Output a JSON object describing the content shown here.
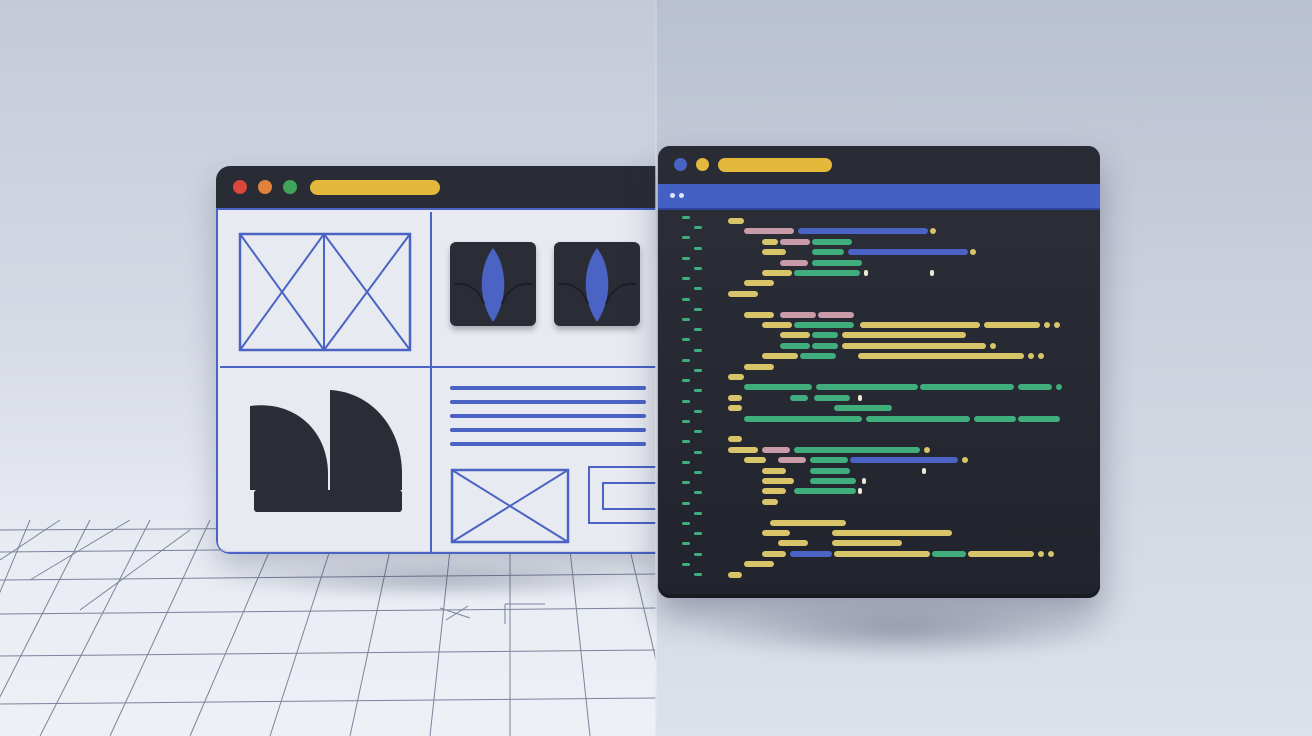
{
  "colors": {
    "accent_blue": "#4a63c4",
    "accent_yellow": "#e3b83b",
    "accent_green": "#3fae7c",
    "window_dark": "#2a2c35",
    "wireframe_bg": "#e8eaf1",
    "traffic_red": "#d9483a",
    "traffic_orange": "#e0823a",
    "traffic_green": "#3fa35a"
  },
  "wireframe_window": {
    "titlebar_dots": [
      "red-dot",
      "orange-dot",
      "green-dot"
    ],
    "cells": [
      "image-placeholder",
      "icon-tiles",
      "shape-blocks",
      "text-lines-and-placeholders"
    ],
    "text_line_count": 5
  },
  "code_window": {
    "titlebar_dots": [
      "blue-dot",
      "yellow-dot"
    ],
    "line_count": 36
  }
}
